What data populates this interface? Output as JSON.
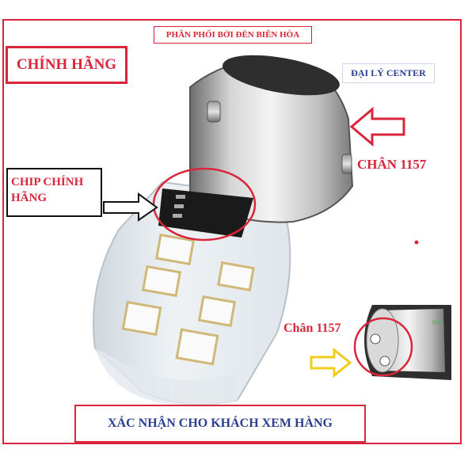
{
  "labels": {
    "distributor": "PHÂN PHỐI BỞI ĐÈN BIÊN HÒA",
    "genuine": "CHÍNH HÃNG",
    "center_agent": "ĐẠI LÝ CENTER",
    "genuine_chip": "CHIP CHÍNH HÃNG",
    "base_1157_upper": "CHÂN 1157",
    "base_1157_lower": "Chân 1157",
    "confirm": "XÁC NHẬN CHO KHÁCH XEM HÀNG"
  },
  "colors": {
    "accent_red": "#d9263a",
    "text_blue": "#2a3f8f",
    "arrow_yellow": "#f2cc1b"
  }
}
